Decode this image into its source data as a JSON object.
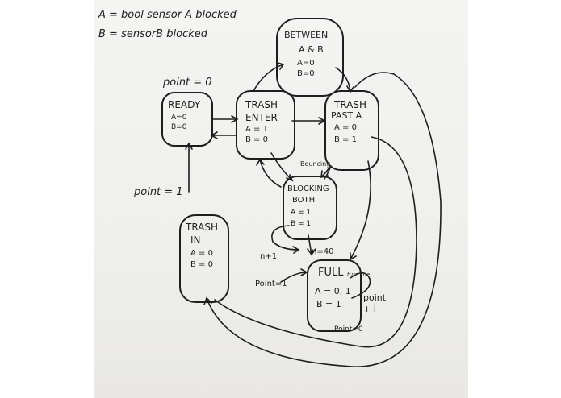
{
  "legend": {
    "line1": "A = bool sensor A blocked",
    "line2": "B = sensorB blocked"
  },
  "states": {
    "ready": {
      "name": "READY",
      "a": "A=0",
      "b": "B=0"
    },
    "between": {
      "name1": "BETWEEN",
      "name2": "A & B",
      "a": "A=0",
      "b": "B=0"
    },
    "trash_enter": {
      "name1": "TRASH",
      "name2": "ENTER",
      "a": "A = 1",
      "b": "B = 0"
    },
    "trash_past_a": {
      "name1": "TRASH",
      "name2": "PAST A",
      "a": "A = 0",
      "b": "B = 1"
    },
    "blocking_both": {
      "name1": "BLOCKING",
      "name2": "BOTH",
      "a": "A = 1",
      "b": "B = 1"
    },
    "trash_in": {
      "name1": "TRASH",
      "name2": "IN",
      "a": "A = 0",
      "b": "B = 0"
    },
    "full": {
      "name": "FULL",
      "a": "A = 0, 1",
      "b": "B = 1"
    }
  },
  "edge_labels": {
    "point0": "point = 0",
    "point1": "point = 1",
    "bouncing": "Bouncing",
    "n1": "n+1",
    "n40": "n=40",
    "point1_lower": "Point=1",
    "turn_the": "turn the",
    "point_plus": "point",
    "plus_i": "+ i",
    "point0_lower": "Point=0"
  },
  "colors": {
    "ink": "#1e1e1e",
    "board": "#efefec"
  }
}
